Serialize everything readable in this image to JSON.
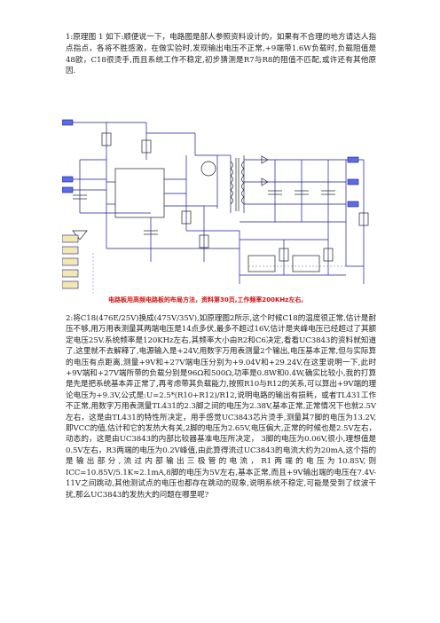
{
  "document": {
    "paragraph_1": "1:原理图 1 如下:顺便说一下，电路图是部人参照资料设计的，如果有不合理的地方请达人指点指点，各将不胜感激，在做实验时,发现输出电压不正常,+9端带1.6W负载时,负载阻值是48欧，C18很烫手,而且系统工作不稳定,初步猜测是R7与R8的阻值不匹配,或许还有其他原因.",
    "schematic_caption": "电路板用高频电路板的布局方法，资料第30页,工作频率200KHz左右,",
    "paragraph_2": "2:将C18(476E/25V)换成(475V/35V),如原理图2所示,这个时候C18的温度很正常,估计是耐压不够,用万用表测量其两端电压是14点多伏,最多不超过16V,估计是夹峰电压已经超过了其额定电压25V.系统频率是120KHz左右,其频率大小由R2和C6决定,看看UC3843的资料就知道了,这里就不去解释了,电源输入是+24V,用数字万用表测量2个输出,电压基本正常,但与实际算的电压有点距离,测量+9V和+27V端电压分别为+9.04V和+29.24V,在这里说明一下,此时+9V端和+27V端所带的负载分别是96Ω和500Ω,功率是0.8W和0.4W,确实比较小,我的打算是先是把系统基本弄正常了,再考虑带其负载能力,按照R10与R12的关系,可以算出+9V端的理论电压为+9.3V,公式是:U=2.5*(R10+R12)/R12,说明电路的输出有损耗，或者TL431工作不正常,用数字万用表测量TL431的2.3脚之间的电压为2.38V,基本正常,正常情况下也就2.5V左右，这是由TL431的特性所决定，用手感觉UC3843芯片烫手,测量其7脚的电压为13.2V,即VCC的值,估计和它的发热大有关,2脚的电压为2.65V,电压偏大,正常的时候也是2.5V左右，动态的，这是由UC3843的内部比较器基准电压所决定， 3脚的电压为0.06V,很小,理想值是0.5V左右，R3两端的电压为0.2V峰值,由此算得流过UC3843的电流大约为20mA,这个指的是输出部分,流过内部输出三极管的电流，R1两端的电压为10.85V,则ICC=10.85V/5.1K≈2.1mA,8脚的电压为5V左右,基本正常,而且+9V输出端的电压在7.4V-11V之间跳动,其他测试点的电压也都存在跳动的现象,说明系统不稳定,可能是受到了纹波干扰,那么UC3843的发热大的问题在哪里呢?"
  },
  "colors": {
    "text": "#222222",
    "wire": "#1a1a9a",
    "wire_light": "#4a6ac8",
    "component": "#202020",
    "fill_blue": "#5a6ee0",
    "caption_red": "#d01010",
    "label_box": "#f2e8b0"
  }
}
